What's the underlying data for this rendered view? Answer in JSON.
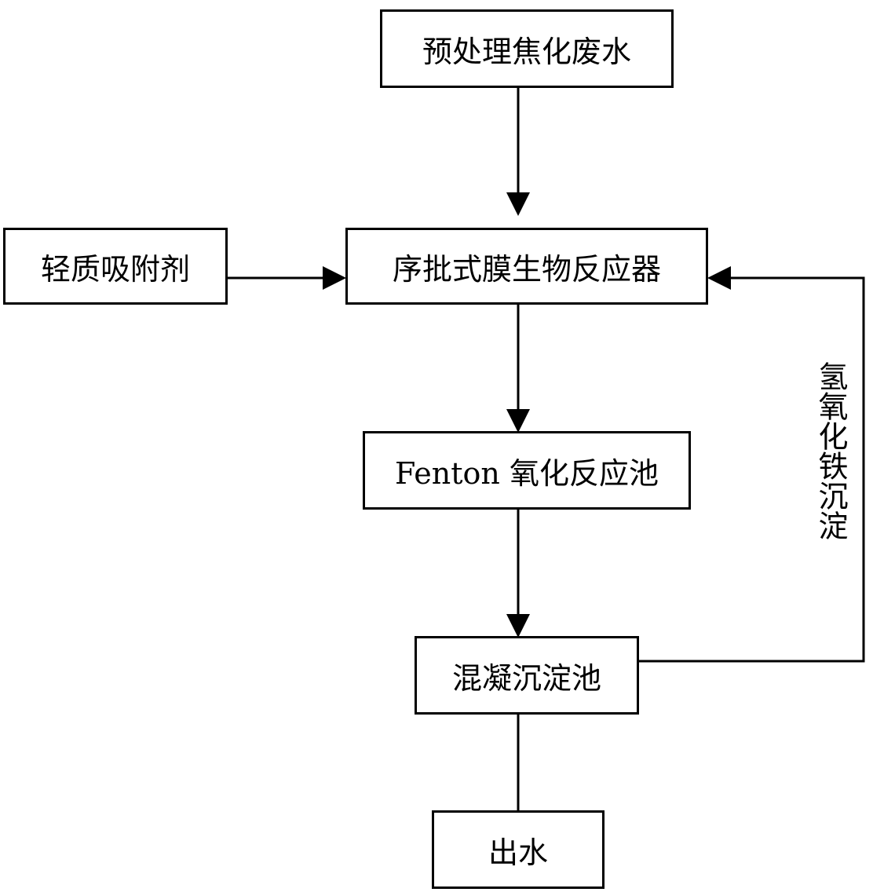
{
  "nodes": {
    "raw_wastewater": "预处理焦化废水",
    "sbr": "序批式膜生物反应器",
    "adsorbent": "轻质吸附剂",
    "fenton": "Fenton 氧化反应池",
    "coagulation": "混凝沉淀池",
    "effluent": "出水"
  },
  "edges": [
    {
      "from": "raw_wastewater",
      "to": "sbr",
      "label": ""
    },
    {
      "from": "adsorbent",
      "to": "sbr",
      "label": ""
    },
    {
      "from": "sbr",
      "to": "fenton",
      "label": ""
    },
    {
      "from": "fenton",
      "to": "coagulation",
      "label": ""
    },
    {
      "from": "coagulation",
      "to": "effluent",
      "label": ""
    },
    {
      "from": "coagulation",
      "to": "sbr",
      "label": "氢氧化铁沉淀"
    }
  ],
  "recycle_label": "氢氧化铁沉淀"
}
